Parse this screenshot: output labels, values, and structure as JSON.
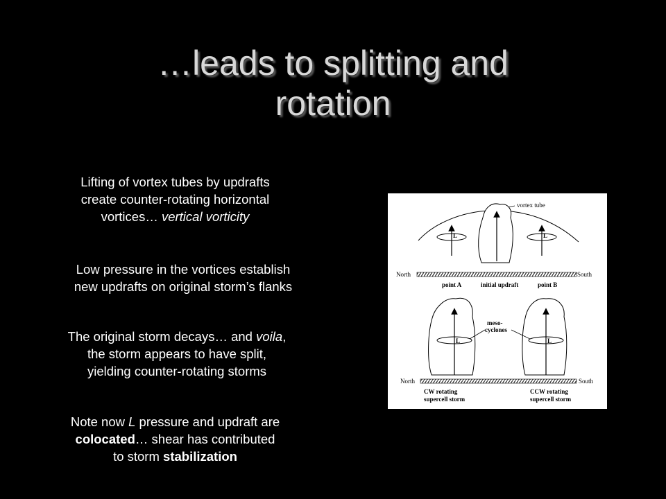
{
  "slide": {
    "title_line1": "…leads to splitting and",
    "title_line2": "rotation"
  },
  "paragraphs": {
    "p1": {
      "line1": "Lifting of vortex tubes by updrafts",
      "line2": "create counter-rotating horizontal",
      "line3_plain": "vortices… ",
      "line3_italic": "vertical vorticity"
    },
    "p2": {
      "line1": "Low pressure in the vortices establish",
      "line2": "new updrafts on original storm’s flanks"
    },
    "p3": {
      "line1_plain": "The original storm decays… and ",
      "line1_italic": "voila",
      "line1_end": ",",
      "line2": "the storm appears to have split,",
      "line3": "yielding counter-rotating storms"
    },
    "p4": {
      "line1_a": "Note now ",
      "line1_italic": "L",
      "line1_b": " pressure and updraft are",
      "line2_bold": "colocated",
      "line2_rest": "… shear has contributed",
      "line3_plain": "to storm ",
      "line3_bold": "stabilization"
    }
  },
  "diagram": {
    "top": {
      "vortex_tube": "vortex tube",
      "north": "North",
      "south": "South",
      "point_a": "point A",
      "initial_updraft": "initial updraft",
      "point_b": "point B",
      "l_left": "L",
      "l_right": "L"
    },
    "bottom": {
      "meso_line1": "meso-",
      "meso_line2": "cyclones",
      "north": "North",
      "south": "South",
      "cw_line1": "CW rotating",
      "cw_line2": "supercell storm",
      "ccw_line1": "CCW rotating",
      "ccw_line2": "supercell storm",
      "l_left": "L",
      "l_right": "L"
    }
  }
}
